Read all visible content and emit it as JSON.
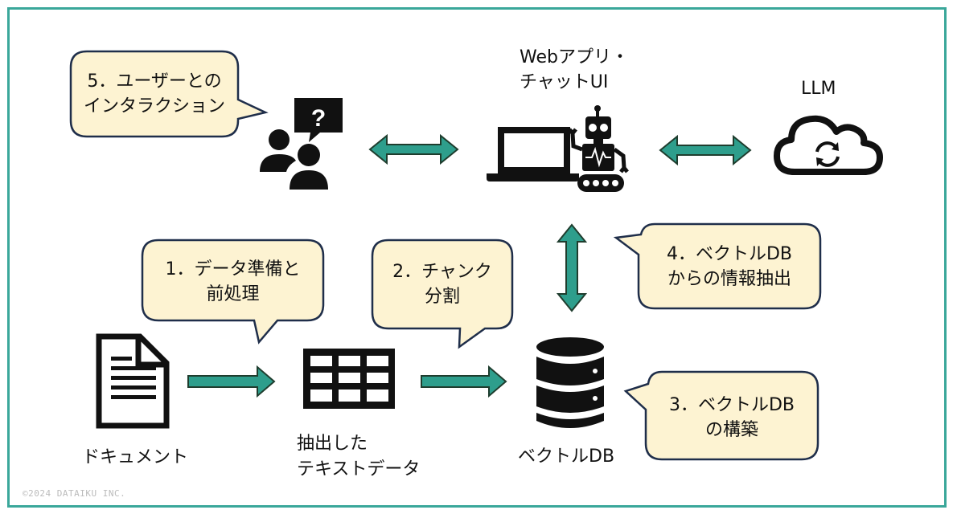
{
  "nodes": {
    "webapp": {
      "line1": "Webアプリ・",
      "line2": "チャットUI"
    },
    "llm": {
      "label": "LLM"
    },
    "document": {
      "label": "ドキュメント"
    },
    "extracted": {
      "line1": "抽出した",
      "line2": "テキストデータ"
    },
    "vectordb": {
      "label": "ベクトルDB"
    }
  },
  "callouts": {
    "step5": {
      "line1": "5．ユーザーとの",
      "line2": "インタラクション"
    },
    "step1": {
      "line1": "1．データ準備と",
      "line2": "前処理"
    },
    "step2": {
      "line1": "2．チャンク",
      "line2": "分割"
    },
    "step4": {
      "line1": "4．ベクトルDB",
      "line2": "からの情報抽出"
    },
    "step3": {
      "line1": "3．ベクトルDB",
      "line2": "の構築"
    }
  },
  "footer": {
    "copyright": "©2024 DATAIKU INC."
  },
  "colors": {
    "frame": "#3aa79a",
    "arrow_fill": "#2e9e8c",
    "arrow_stroke": "#1f3d2e",
    "callout_fill": "#fdf3d2",
    "callout_stroke": "#1f2e4a",
    "icon": "#111111"
  }
}
